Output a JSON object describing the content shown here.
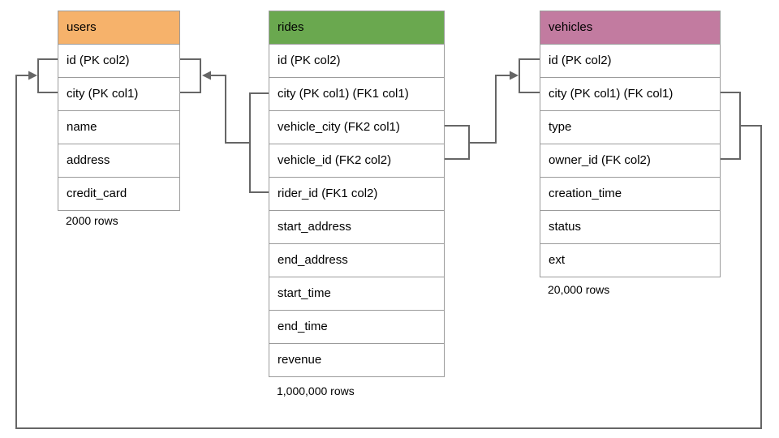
{
  "diagram": {
    "line_color": "#666666",
    "border_color": "#9b9b9b",
    "tables": [
      {
        "name": "users",
        "header_color": "#F6B26B",
        "rows": [
          "id (PK col2)",
          "city (PK col1)",
          "name",
          "address",
          "credit_card"
        ],
        "note": "2000 rows"
      },
      {
        "name": "rides",
        "header_color": "#6AA84F",
        "rows": [
          "id (PK col2)",
          "city (PK col1) (FK1 col1)",
          "vehicle_city (FK2 col1)",
          "vehicle_id (FK2 col2)",
          "rider_id (FK1 col2)",
          "start_address",
          "end_address",
          "start_time",
          "end_time",
          "revenue"
        ],
        "note": "1,000,000 rows"
      },
      {
        "name": "vehicles",
        "header_color": "#C27BA0",
        "rows": [
          "id (PK col2)",
          "city (PK col1) (FK col1)",
          "type",
          "owner_id (FK col2)",
          "creation_time",
          "status",
          "ext"
        ],
        "note": "20,000 rows"
      }
    ],
    "relationships": [
      {
        "name": "rides_fk1_users",
        "from_table": "rides",
        "from_columns": [
          "city (PK col1) (FK1 col1)",
          "rider_id (FK1 col2)"
        ],
        "to_table": "users",
        "to_columns": [
          "id (PK col2)",
          "city (PK col1)"
        ]
      },
      {
        "name": "rides_fk2_vehicles",
        "from_table": "rides",
        "from_columns": [
          "vehicle_city (FK2 col1)",
          "vehicle_id (FK2 col2)"
        ],
        "to_table": "vehicles",
        "to_columns": [
          "id (PK col2)",
          "city (PK col1) (FK col1)"
        ]
      },
      {
        "name": "vehicles_fk_users",
        "from_table": "vehicles",
        "from_columns": [
          "city (PK col1) (FK col1)",
          "owner_id (FK col2)"
        ],
        "to_table": "users",
        "to_columns": [
          "id (PK col2)",
          "city (PK col1)"
        ]
      }
    ]
  }
}
